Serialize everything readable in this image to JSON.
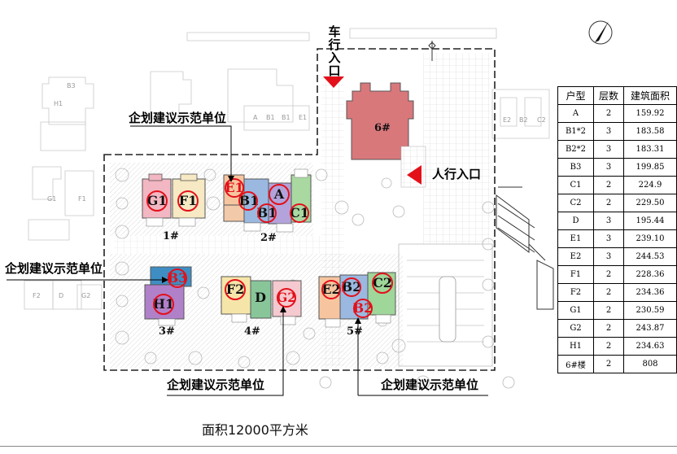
{
  "annotations": {
    "vehicle_entrance": "车行入口",
    "pedestrian_entrance": "人行入口",
    "demo_unit_label": "企划建议示范单位",
    "area_text": "面积12000平方米"
  },
  "buildings": {
    "b1": "1#",
    "b2": "2#",
    "b3": "3#",
    "b4": "4#",
    "b5": "5#",
    "b6": "6#"
  },
  "units": {
    "g1": "G1",
    "f1": "F1",
    "e1": "E1",
    "b1": "B1",
    "b1b": "B1",
    "a": "A",
    "c1": "C1",
    "b3": "B3",
    "h1": "H1",
    "f2": "F2",
    "d": "D",
    "g2": "G2",
    "e2": "E2",
    "b2": "B2",
    "c2": "C2",
    "b2b": "B2"
  },
  "context_labels": {
    "b3": "B3",
    "h1": "H1",
    "g1": "G1",
    "f1": "F1",
    "f2": "F2",
    "d": "D",
    "g2": "G2",
    "a": "A",
    "b1a": "B1",
    "b1b": "B1",
    "e1": "E1",
    "e2": "E2",
    "b2": "B2",
    "c2": "C2"
  },
  "legend": {
    "headers": [
      "户型",
      "层数",
      "建筑面积"
    ],
    "rows": [
      [
        "A",
        "2",
        "159.92"
      ],
      [
        "B1*2",
        "3",
        "183.58"
      ],
      [
        "B2*2",
        "3",
        "183.31"
      ],
      [
        "B3",
        "3",
        "199.85"
      ],
      [
        "C1",
        "2",
        "224.9"
      ],
      [
        "C2",
        "2",
        "229.50"
      ],
      [
        "D",
        "3",
        "195.44"
      ],
      [
        "E1",
        "3",
        "239.10"
      ],
      [
        "E2",
        "3",
        "244.53"
      ],
      [
        "F1",
        "2",
        "228.36"
      ],
      [
        "F2",
        "2",
        "234.36"
      ],
      [
        "G1",
        "2",
        "230.59"
      ],
      [
        "G2",
        "2",
        "243.87"
      ],
      [
        "H1",
        "2",
        "234.63"
      ],
      [
        "6#楼",
        "2",
        "808"
      ]
    ]
  },
  "colors": {
    "clubhouse": "#d9787b",
    "marker_red": "#e3101a",
    "boundary": "#222222"
  }
}
